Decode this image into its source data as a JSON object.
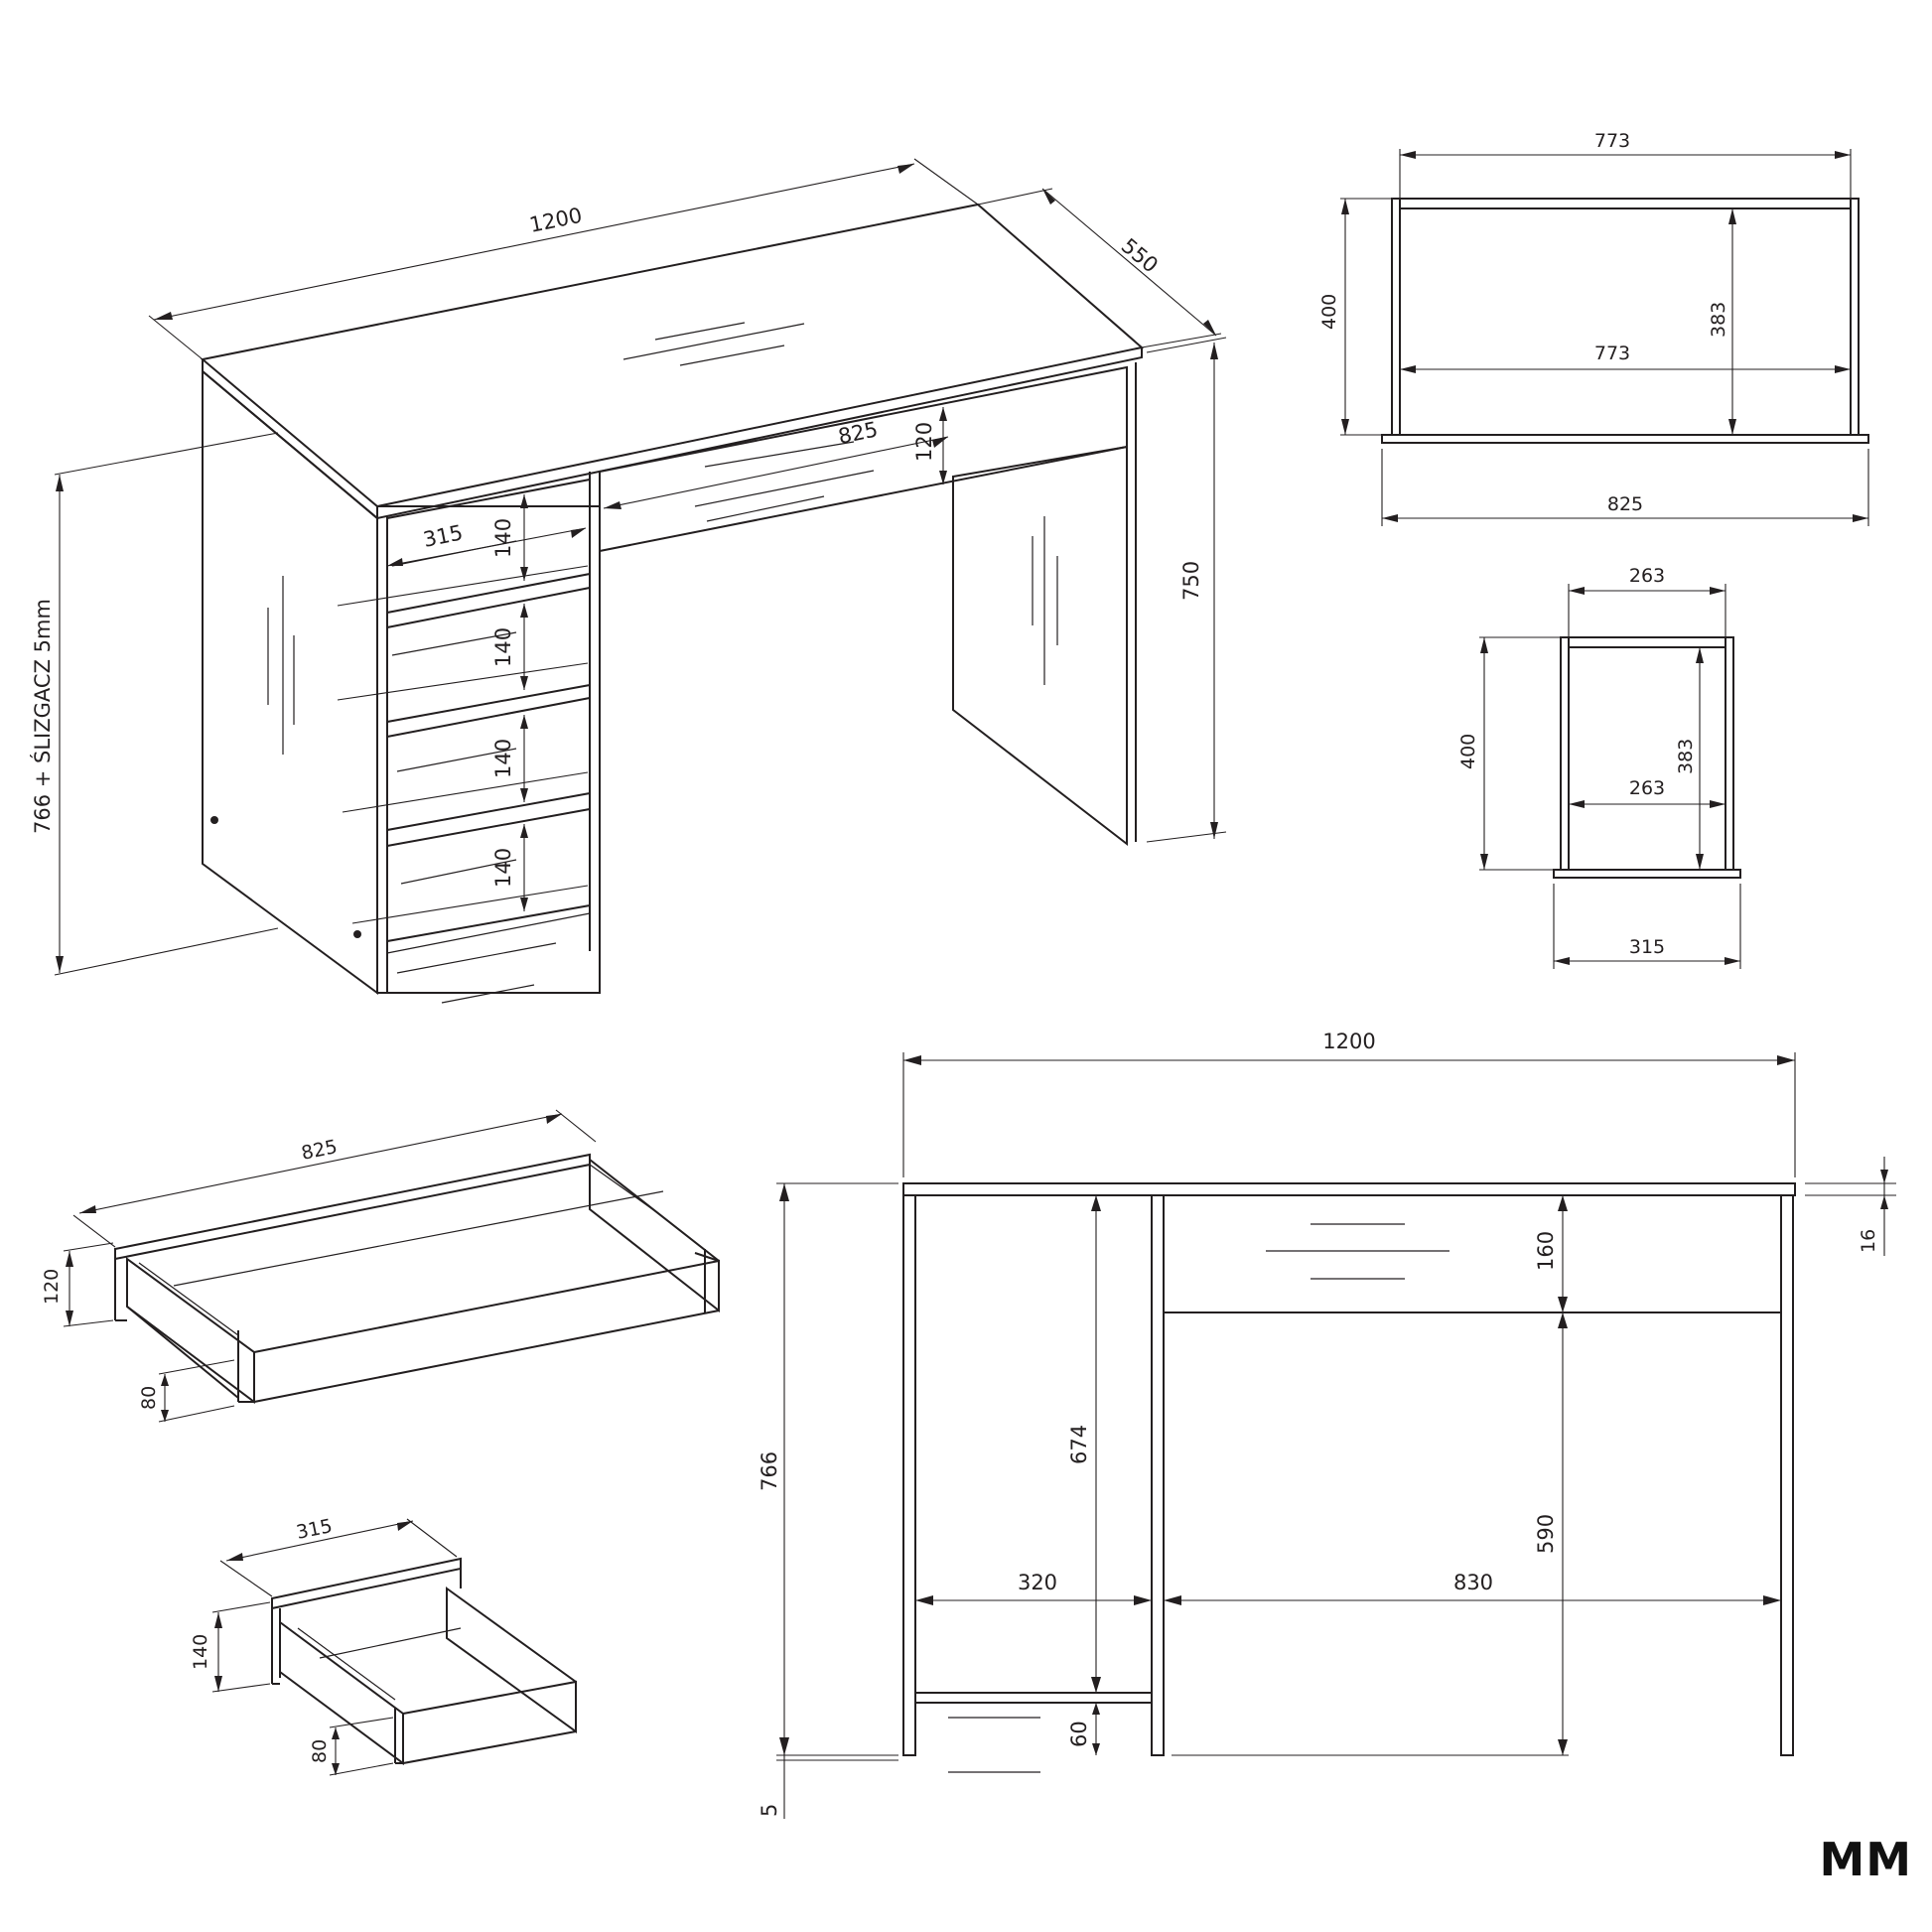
{
  "brand": "MM",
  "iso_view": {
    "width": "1200",
    "depth": "550",
    "height_total": "766 + ŚLIZGACZ 5mm",
    "height_body": "750",
    "drawer_wide_width": "825",
    "drawer_wide_height": "120",
    "drawer_small_width": "315",
    "drawer_small_heights": [
      "140",
      "140",
      "140",
      "140"
    ]
  },
  "wide_drawer_top": {
    "inner_width_top": "773",
    "depth_outer": "400",
    "depth_inner": "383",
    "inner_width_middle": "773",
    "front_width": "825"
  },
  "small_drawer_top": {
    "inner_width_top": "263",
    "depth_outer": "400",
    "depth_inner": "383",
    "inner_width_middle": "263",
    "front_width": "315"
  },
  "wide_drawer_iso": {
    "width": "825",
    "front_height": "120",
    "box_height": "80"
  },
  "small_drawer_iso": {
    "width": "315",
    "front_height": "140",
    "box_height": "80"
  },
  "front_view": {
    "width": "1200",
    "height": "766",
    "top_thickness": "16",
    "drawer_height": "160",
    "left_opening_height": "674",
    "knee_height": "590",
    "left_width": "320",
    "knee_width": "830",
    "plinth": "60",
    "glide": "5"
  }
}
